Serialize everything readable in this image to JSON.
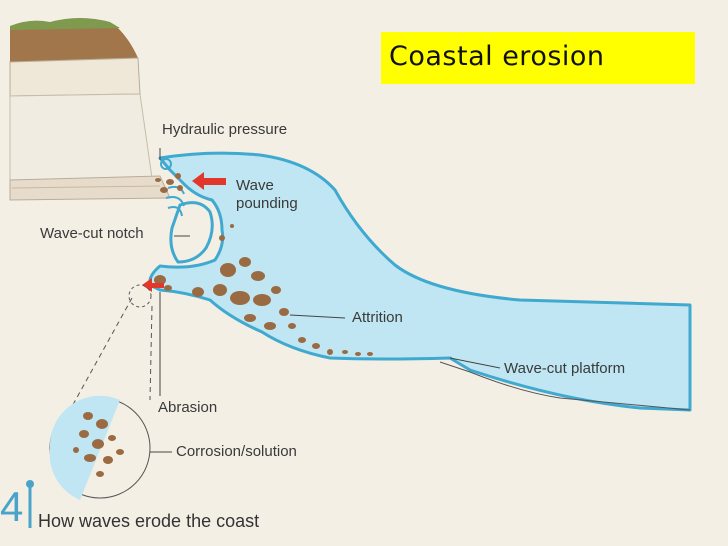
{
  "title": "Coastal erosion",
  "labels": {
    "hydraulic_pressure": "Hydraulic pressure",
    "wave_pounding": "Wave pounding",
    "wave_cut_notch": "Wave-cut notch",
    "attrition": "Attrition",
    "wave_cut_platform": "Wave-cut platform",
    "abrasion": "Abrasion",
    "corrosion_solution": "Corrosion/solution"
  },
  "figure": {
    "number": "4",
    "caption": "How waves erode the coast"
  },
  "colors": {
    "sea": "#bfe6f2",
    "sea_outline": "#3fa9d0",
    "rock": "#f1ece1",
    "strata_band": "#e7dccb",
    "pebble": "#9a6a42",
    "topsoil": "#a0764a",
    "grass": "#7f9a4e",
    "arrow": "#e2382c",
    "title_bg": "#ffff00"
  }
}
